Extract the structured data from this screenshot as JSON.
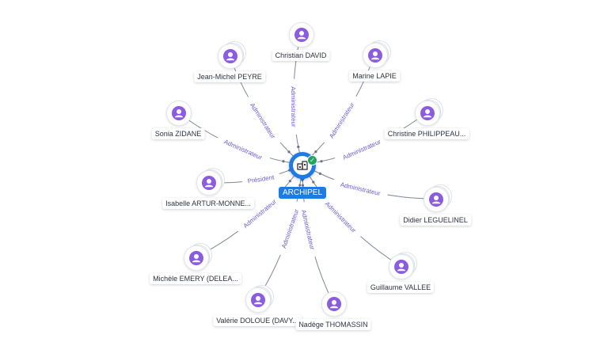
{
  "center": {
    "label": "ARCHIPEL",
    "icon": "building-icon",
    "status_icon": "check-icon"
  },
  "colors": {
    "accent": "#1e7be3",
    "avatar": "#8b5be0",
    "relation": "#6b5bd6",
    "verified": "#22a45d"
  },
  "people": [
    {
      "name": "Christian DAVID",
      "role": "Administrateur",
      "stacked": false
    },
    {
      "name": "Jean-Michel PEYRE",
      "role": "Administrateur",
      "stacked": true
    },
    {
      "name": "Marine LAPIE",
      "role": "Administrateur",
      "stacked": true
    },
    {
      "name": "Sonia ZIDANE",
      "role": "Administrateur",
      "stacked": false
    },
    {
      "name": "Christine PHILIPPEAU...",
      "role": "Administrateur",
      "stacked": true
    },
    {
      "name": "Isabelle ARTUR-MONNE...",
      "role": "Président",
      "stacked": true
    },
    {
      "name": "Didier LEGUELINEL",
      "role": "Administrateur",
      "stacked": true
    },
    {
      "name": "Michèle EMERY (DELEA...",
      "role": "Administrateur",
      "stacked": true
    },
    {
      "name": "Guillaume VALLEE",
      "role": "Administrateur",
      "stacked": true
    },
    {
      "name": "Valérie DOLOUE (DAVY...",
      "role": "Administrateur",
      "stacked": true
    },
    {
      "name": "Nadège THOMASSIN",
      "role": "Administrateur",
      "stacked": false
    }
  ]
}
